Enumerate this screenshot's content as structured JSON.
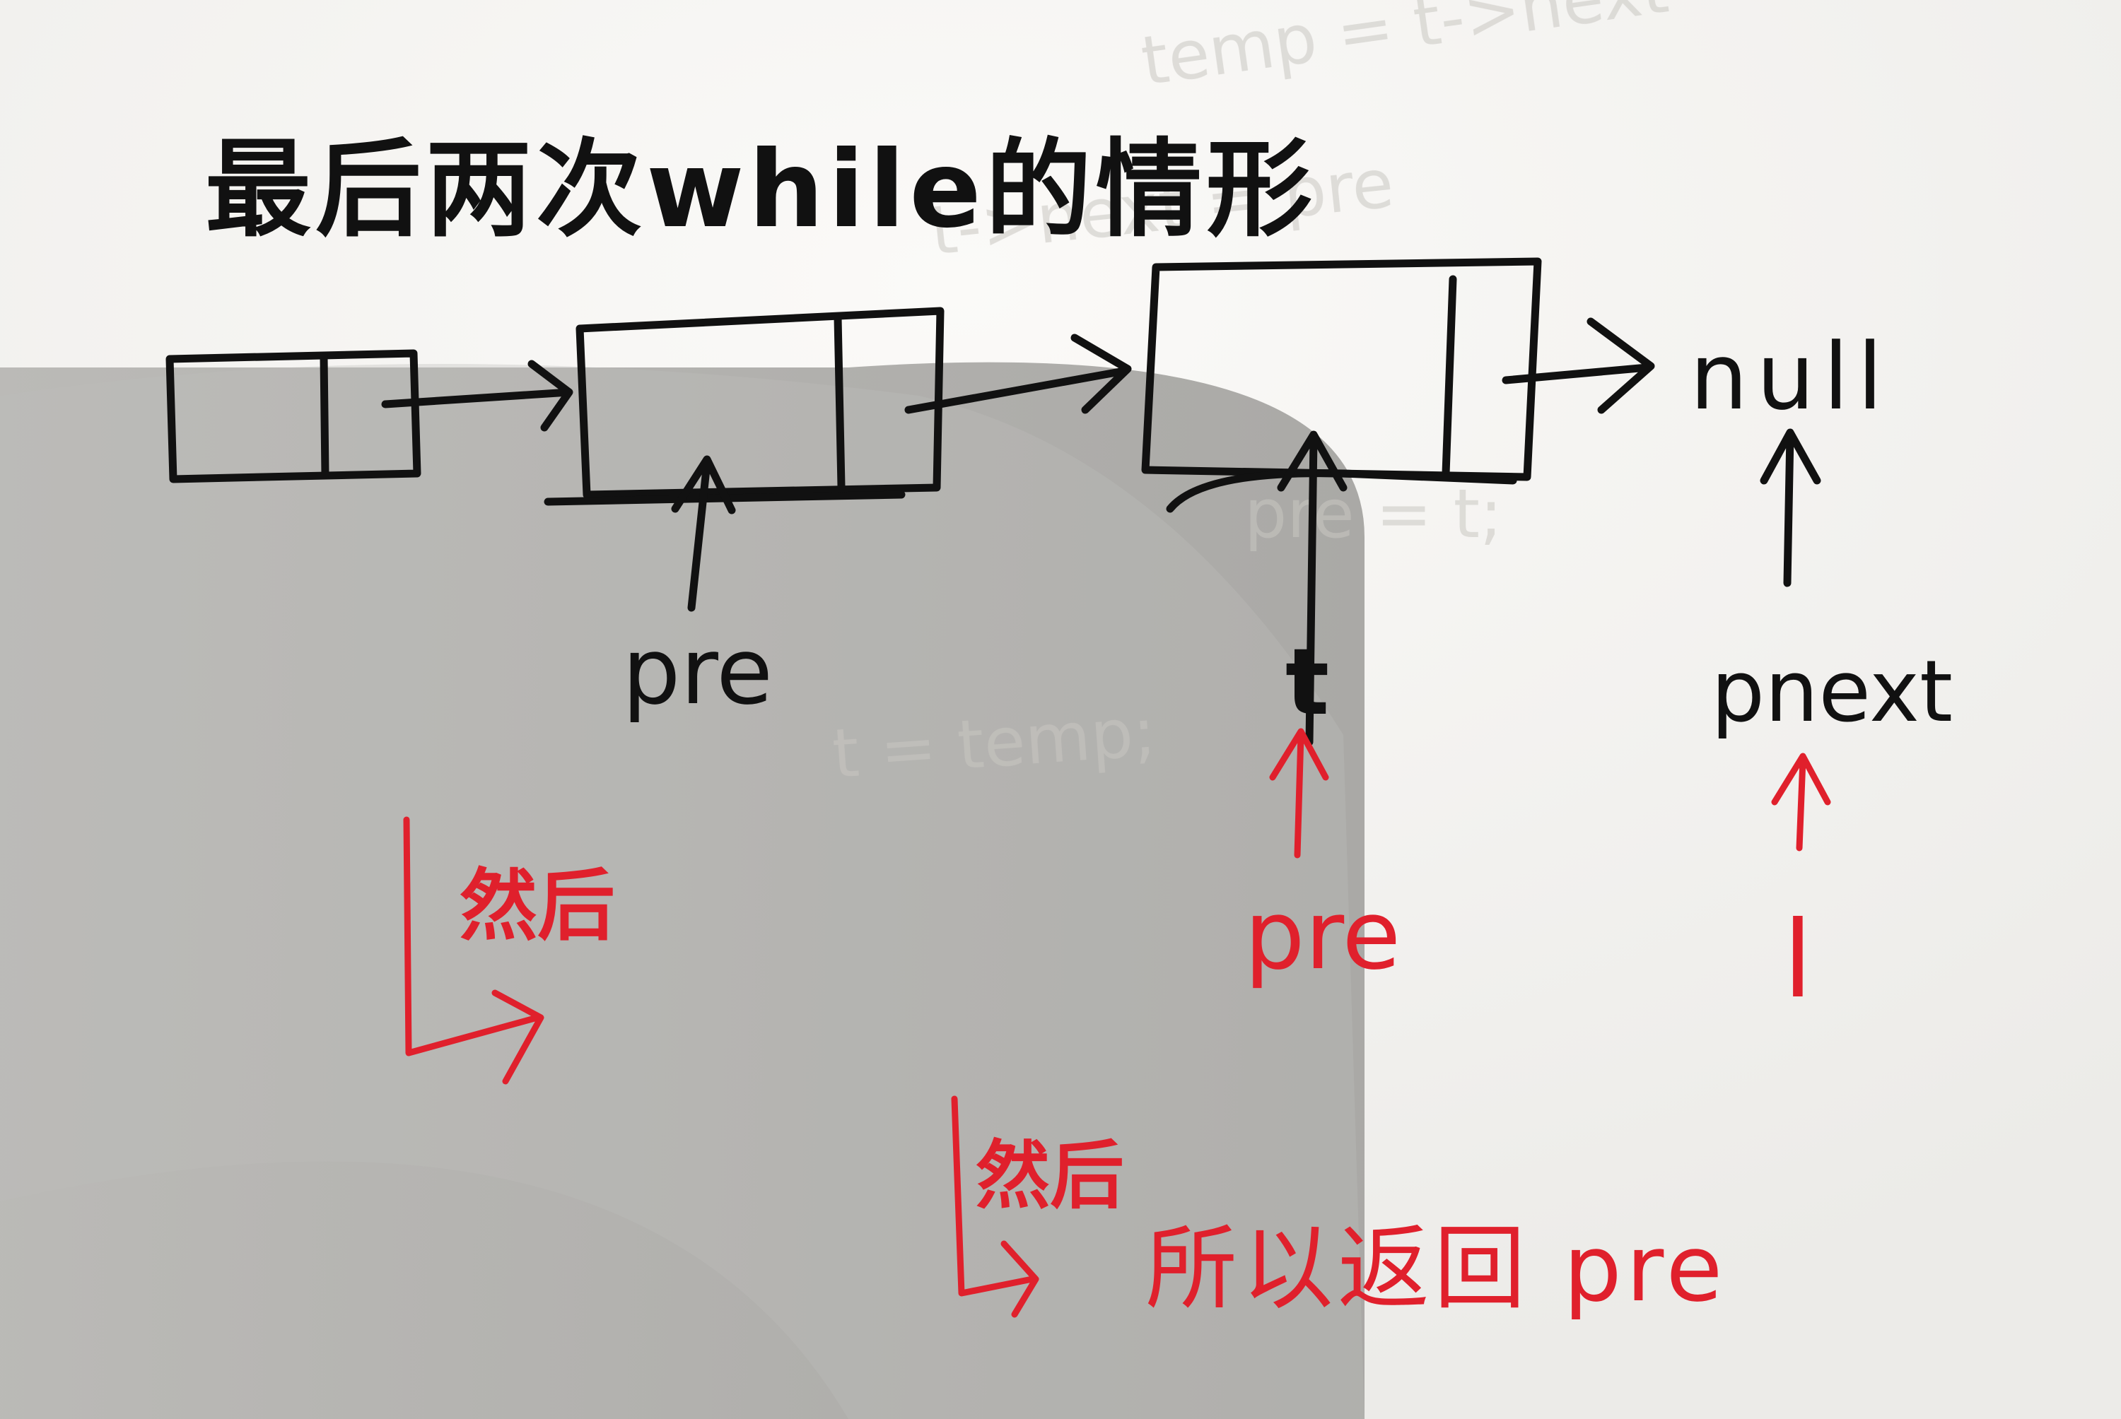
{
  "title": "最后两次while的情形",
  "null_label": "null",
  "labels": {
    "pre_black": "pre",
    "t_black": "t",
    "pnext_black": "pnext",
    "pre_red": "pre",
    "l_red": "l"
  },
  "notes": {
    "then_1": "然后",
    "then_2": "然后",
    "so_return": "所以返回 pre"
  },
  "ghost_code": {
    "line1": "temp = t->next",
    "line2": "t->next = pre",
    "line3": "pre = t;",
    "line4": "t = temp;"
  },
  "colors": {
    "ink": "#111111",
    "red_ink": "#e0202c",
    "paper": "#f7f6f3",
    "shadow": "#a9a8a5"
  }
}
